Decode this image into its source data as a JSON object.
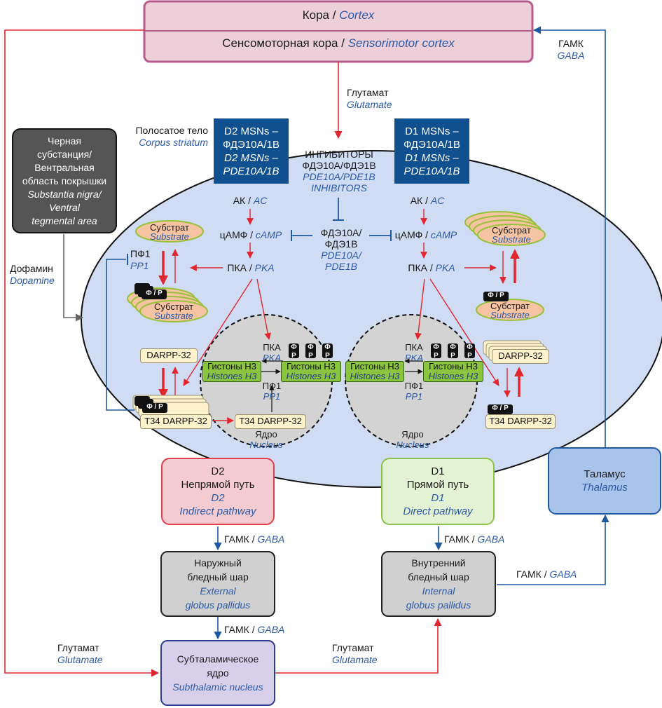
{
  "cortex": {
    "ru": "Кора",
    "en": "Cortex"
  },
  "sensorimotor": {
    "ru": "Сенсомоторная кора",
    "en": "Sensorimotor cortex"
  },
  "glutamate": {
    "ru": "Глутамат",
    "en": "Glutamate"
  },
  "gaba": {
    "ru": "ГАМК",
    "en": "GABA"
  },
  "striatum": {
    "ru": "Полосатое тело",
    "en": "Corpus striatum"
  },
  "d2_msn": {
    "line1": "D2 MSNs –",
    "line2": "ФДЭ10А/1В",
    "line3": "D2 MSNs –",
    "line4": "PDE10A/1B"
  },
  "d1_msn": {
    "line1": "D1 MSNs –",
    "line2": "ФДЭ10А/1В",
    "line3": "D1 MSNs –",
    "line4": "PDE10A/1B"
  },
  "inhibitors": {
    "line1": "ИНГИБИТОРЫ",
    "line2": "ФДЭ10А/ФДЭ1В",
    "line3": "PDE10A/PDE1B",
    "line4": "INHIBITORS"
  },
  "pde": {
    "line1": "ФДЭ10А/",
    "line2": "ФДЭ1В",
    "line3": "PDE10A/",
    "line4": "PDE1B"
  },
  "ac": {
    "ru": "АК",
    "en": "AC"
  },
  "camp": {
    "ru": "цАМФ",
    "en": "cAMP"
  },
  "pka": {
    "ru": "ПКА",
    "en": "PKA"
  },
  "pp1": {
    "ru": "ПФ1",
    "en": "PP1"
  },
  "substrate": {
    "ru": "Субстрат",
    "en": "Substrate"
  },
  "phospho": {
    "ru": "Ф",
    "en": "P",
    "pair": "Ф / P"
  },
  "darpp": "DARPP-32",
  "t34_darpp": "T34 DARPP-32",
  "histones": {
    "ru": "Гистоны Н3",
    "en": "Histones H3"
  },
  "nucleus": {
    "ru": "Ядро",
    "en": "Nucleus"
  },
  "dopamine": {
    "ru": "Дофамин",
    "en": "Dopamine"
  },
  "substantia": {
    "ru1": "Черная",
    "ru2": "субстанция/",
    "ru3": "Вентральная",
    "ru4": "область покрышки",
    "en1": "Substantia nigra/",
    "en2": "Ventral",
    "en3": "tegmental area"
  },
  "d2_pathway": {
    "code": "D2",
    "ru": "Непрямой путь",
    "en": "Indirect pathway"
  },
  "d1_pathway": {
    "code": "D1",
    "ru": "Прямой путь",
    "en": "Direct pathway"
  },
  "thalamus": {
    "ru": "Таламус",
    "en": "Thalamus"
  },
  "gpe": {
    "ru1": "Наружный",
    "ru2": "бледный шар",
    "en1": "External",
    "en2": "globus pallidus"
  },
  "gpi": {
    "ru1": "Внутренний",
    "ru2": "бледный шар",
    "en1": "Internal",
    "en2": "globus pallidus"
  },
  "stn": {
    "ru1": "Субталамическое",
    "ru2": "ядро",
    "en1": "Subthalamic nucleus"
  },
  "sep": "/",
  "colors": {
    "excitatory": "#e2262f",
    "inhibitory": "#1f5aa0",
    "cortex_fill": "#eccfd9",
    "cortex_border": "#b65b8c",
    "striatum_fill": "#cfdcf3",
    "nucleus_fill": "#d3d3d3",
    "msn_fill": "#10508f",
    "histone_fill": "#8bc53f",
    "substrate_fill": "#f6c4a2",
    "substrate_border": "#97c23a",
    "d2_fill": "#f4cbd0",
    "d2_border": "#e0404e",
    "d1_fill": "#e4f2d4",
    "d1_border": "#8cc24a",
    "thalamus_fill": "#a9c4ea",
    "pallidus_fill": "#d0d0d0",
    "stn_fill": "#d8d0ea"
  }
}
